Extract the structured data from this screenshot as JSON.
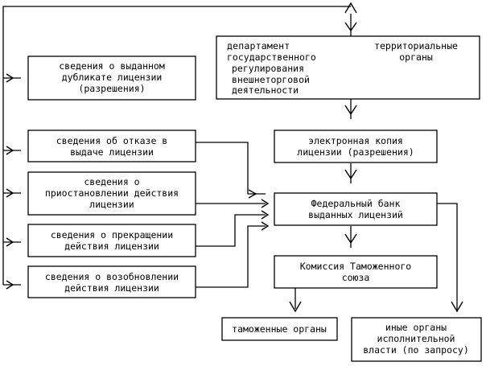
{
  "boxes": {
    "duplicate": [
      "сведения о выданном",
      "дубликате лицензии",
      "(разрешения)"
    ],
    "refusal": [
      "сведения об отказе в",
      "выдаче лицензии"
    ],
    "suspension": [
      "сведения о",
      "приостановлении действия",
      "лицензии"
    ],
    "termination": [
      "сведения о прекращении",
      "действия лицензии"
    ],
    "renewal": [
      "сведения о возобновлении",
      "действия лицензии"
    ],
    "department": [
      "департамент",
      "государственного",
      "регулирования",
      "внешнеторговой",
      "деятельности"
    ],
    "territorial": [
      "территориальные",
      "органы"
    ],
    "e_copy": [
      "электронная копия",
      "лицензии (разрешения)"
    ],
    "federal_bank": [
      "Федеральный банк",
      "выданных лицензий"
    ],
    "commission": [
      "Комиссия Таможенного",
      "союза"
    ],
    "customs": [
      "таможенные органы"
    ],
    "other_bodies": [
      "иные органы",
      "исполнительной",
      "власти (по запросу)"
    ]
  }
}
